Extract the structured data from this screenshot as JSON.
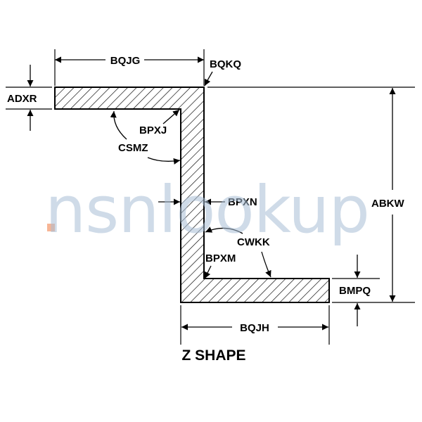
{
  "title": "Z SHAPE",
  "labels": {
    "adxr": "ADXR",
    "bqjg": "BQJG",
    "bqkq": "BQKQ",
    "bpxj": "BPXJ",
    "csmz": "CSMZ",
    "bpxn": "BPXN",
    "cwkk": "CWKK",
    "bpxm": "BPXM",
    "abkw": "ABKW",
    "bmpq": "BMPQ",
    "bqjh": "BQJH"
  },
  "watermark": "nsnlookup",
  "colors": {
    "line": "#000000",
    "hatch_fill": "#ffffff",
    "watermark": "#a9bfd6",
    "watermark_dot": "#f5a27a"
  }
}
